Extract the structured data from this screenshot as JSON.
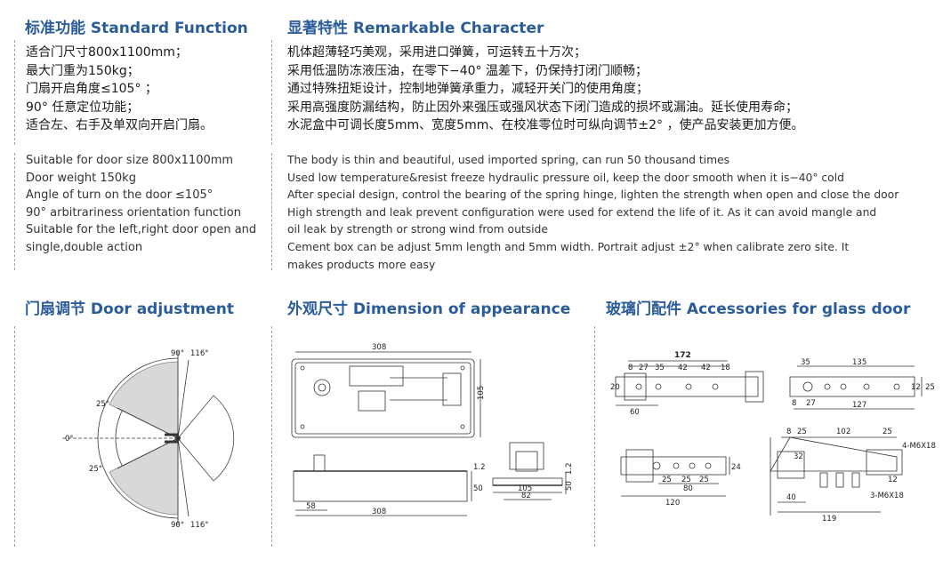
{
  "sections": {
    "standard": {
      "title": "标准功能 Standard Function"
    },
    "remarkable": {
      "title": "显著特性 Remarkable Character"
    },
    "door_adjust": {
      "title": "门扇调节 Door adjustment"
    },
    "dimension": {
      "title": "外观尺寸 Dimension of appearance"
    },
    "accessories": {
      "title": "玻璃门配件 Accessories for glass door"
    }
  },
  "standard_cn": [
    "适合门尺寸800x1100mm；",
    "最大门重为150kg；",
    "门扇开启角度≤105°  ；",
    "90°  任意定位功能；",
    "适合左、右手及单双向开启门扇。"
  ],
  "standard_en": [
    "Suitable for door size 800x1100mm",
    "Door weight 150kg",
    "Angle of turn on the door ≤105°",
    "90°  arbitrariness orientation function",
    "Suitable for the left,right door open and",
    "single,double action"
  ],
  "remarkable_cn": [
    "机体超薄轻巧美观，采用进口弹簧，可运转五十万次；",
    "采用低温防冻液压油，在零下−40°  温差下，仍保持打闭门顺畅；",
    "通过特殊扭矩设计，控制地弹簧承重力，减轻开关门的使用角度；",
    "采用高强度防漏结构，防止因外来强压或强风状态下闭门造成的损坏或漏油。延长使用寿命；",
    "水泥盒中可调长度5mm、宽度5mm、在校准零位时可纵向调节±2°  ，使产品安装更加方便。"
  ],
  "remarkable_en": [
    "The body is thin and beautiful, used imported spring, can run 50 thousand times",
    "Used low temperature&resist freeze hydraulic pressure oil, keep the door smooth when it is−40° cold",
    "After special design, control the bearing of the spring hinge, lighten the strength when open and close the door",
    "High strength and leak prevent configuration were used for extend the life of it. As it can avoid mangle and",
    "oil leak by strength or strong wind from outside",
    "Cement box can be adjust 5mm length and 5mm width. Portrait adjust ±2°  when calibrate zero site. It",
    "makes products more easy"
  ],
  "door_diagram": {
    "angles": {
      "a90_top": "90°",
      "a116_top": "116°",
      "a25_top": "25°",
      "a0": "0°",
      "a25_bot": "25°",
      "a90_bot": "90°",
      "a116_bot": "116°"
    }
  },
  "dimension_diagram": {
    "labels": {
      "d308_top": "308",
      "d105": "105",
      "d12a": "1.2",
      "d50a": "50",
      "d58": "58",
      "d308_bot": "308",
      "d105b": "105",
      "d82": "82",
      "d50b": "50",
      "d12b": "1.2"
    }
  },
  "accessories_diagram": {
    "labels": {
      "a172": "172",
      "a8": "8",
      "a27": "27",
      "a35": "35",
      "a42a": "42",
      "a42b": "42",
      "a18": "18",
      "a20": "20",
      "a60": "60",
      "b35": "35",
      "b135": "135",
      "b12": "12",
      "b25": "25",
      "b8": "8",
      "b27": "27",
      "b127": "127",
      "c24": "24",
      "c25a": "25",
      "c25b": "25",
      "c25c": "25",
      "c80": "80",
      "c120": "120",
      "d8": "8",
      "d25a": "25",
      "d102": "102",
      "d25b": "25",
      "d32": "32",
      "d4m": "4-M6X18",
      "d12": "12",
      "d40": "40",
      "d119": "119",
      "d3m": "3-M6X18"
    }
  }
}
